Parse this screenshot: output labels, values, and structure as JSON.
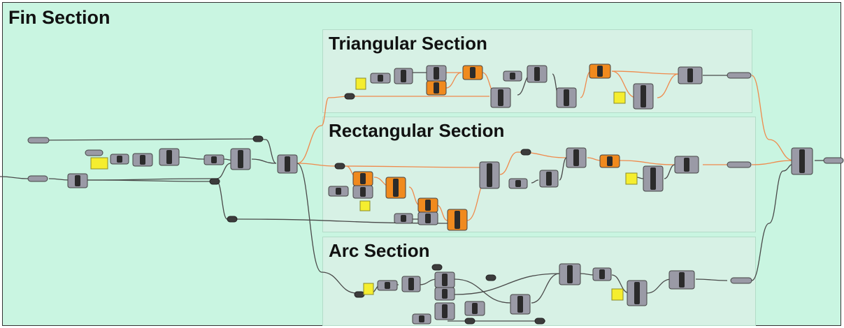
{
  "canvas_title": "Fin Section",
  "groups": [
    {
      "title": "Triangular Section"
    },
    {
      "title": "Rectangular Section"
    },
    {
      "title": "Arc Section"
    }
  ],
  "colors": {
    "background": "#c9f5e1",
    "group_fill": "#d7f1e5",
    "component": "#9a9aa6",
    "component_active": "#f08a1e",
    "panel": "#f5ee2f",
    "wire": "#4a4a4a",
    "wire_active": "#ef8a4c"
  },
  "icons": {
    "component": "grasshopper-component-icon",
    "parameter": "grasshopper-param-icon",
    "panel": "yellow-panel-icon"
  }
}
